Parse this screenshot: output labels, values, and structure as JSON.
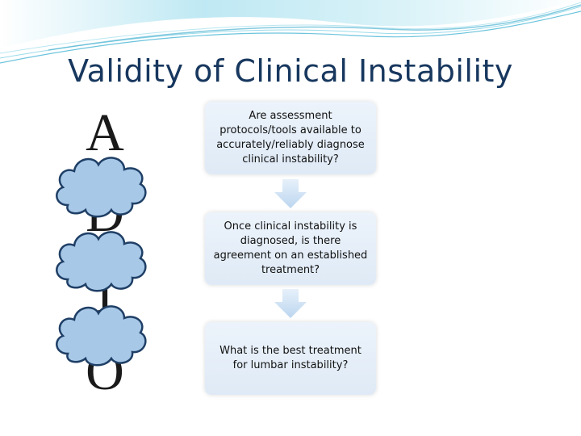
{
  "slide": {
    "title": "Validity of Clinical Instability",
    "letters": [
      "A",
      "D",
      "I",
      "O"
    ],
    "steps": [
      "Are assessment protocols/tools available to accurately/reliably diagnose clinical instability?",
      "Once clinical instability is diagnosed, is there agreement on an established treatment?",
      "What is the best treatment for lumbar instability?"
    ],
    "colors": {
      "title": "#17375e",
      "cloud_fill": "#a8c8e8",
      "cloud_stroke": "#1f3f66",
      "box_fill": "#e3edf8",
      "arrow_fill": "#cde0f3",
      "wave": "#7fd0e6"
    }
  }
}
